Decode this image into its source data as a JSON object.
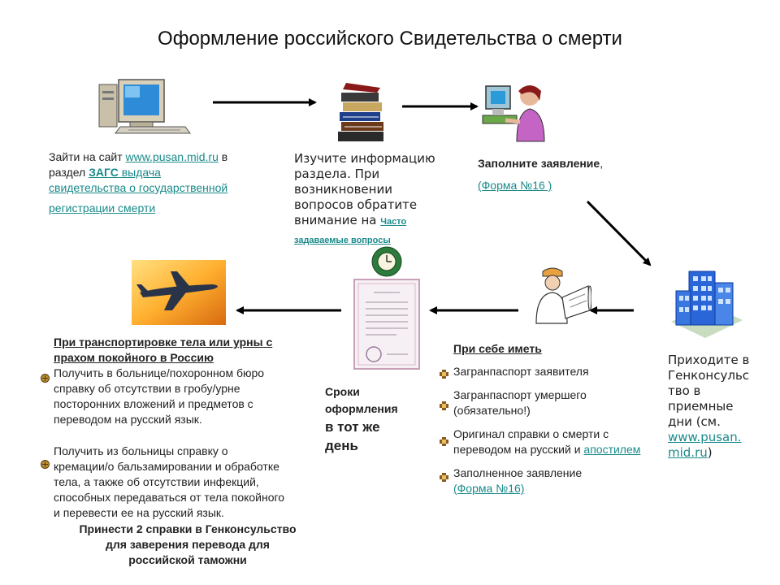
{
  "title": "Оформление российского Свидетельства о смерти",
  "step1": {
    "line1_prefix": "Зайти на сайт ",
    "site_link": "www.pusan.mid.ru",
    "line1_suffix": " в",
    "line2_prefix": "раздел ",
    "zags_link": "ЗАГС",
    "link_part1": " выдача",
    "link_part2": "свидетельства о государственной",
    "link_part3": "регистрации смерти"
  },
  "step2": {
    "lines": [
      "Изучите информацию",
      "раздела. При",
      "возникновении",
      "вопросов обратите"
    ],
    "line5_prefix": "внимание на ",
    "faq_part1": "Часто",
    "faq_part2": "задаваемые вопросы"
  },
  "step3": {
    "label": "Заполните заявление",
    "comma": ",",
    "form_link": "(Форма №16",
    "form_close": " )"
  },
  "step4": {
    "lines": [
      "Приходите в",
      "Генконсульс",
      "тво в",
      "приемные",
      "дни (см."
    ],
    "link_part1": "www.pusan.",
    "link_part2": "mid.ru",
    "close": ")"
  },
  "step5": {
    "heading": "При себе иметь",
    "item1": "Загранпаспорт заявителя",
    "item2_line1": "Загранпаспорт умершего",
    "item2_line2": "(обязательно!)",
    "item3_line1": "Оригинал справки о смерти с",
    "item3_line2_prefix": "переводом на русский и ",
    "apostille_link": "апостилем",
    "item4_line1": "Заполненное заявление",
    "item4_link": "(Форма №16)"
  },
  "step6": {
    "line1": "Сроки",
    "line2": "оформления",
    "line3": "в тот же",
    "line4": "день"
  },
  "step7": {
    "heading_line1": "При транспортировке тела или урны с",
    "heading_line2": "прахом покойного в Россию",
    "para1": [
      "Получить в больнице/похоронном бюро",
      "справку об отсутствии в гробу/урне",
      "посторонних вложений и предметов с",
      "переводом на русский язык."
    ],
    "para2": [
      "Получить из больницы справку о",
      "кремации/о бальзамировании и обработке",
      "тела, а также об отсутствии инфекций,",
      "способных передаваться от тела покойного",
      "и перевести ее на русский язык."
    ],
    "footer": [
      "Принести 2 справки в Генконсульство",
      "для заверения перевода для",
      "российской таможни"
    ]
  },
  "colors": {
    "link": "#1a8a8a",
    "text": "#222222",
    "arrow": "#000000"
  },
  "icons": [
    "computer-icon",
    "books-icon",
    "woman-at-computer-icon",
    "building-icon",
    "engineer-with-papers-icon",
    "certificate-with-stamp-icon",
    "airplane-icon",
    "bullet-icon"
  ]
}
